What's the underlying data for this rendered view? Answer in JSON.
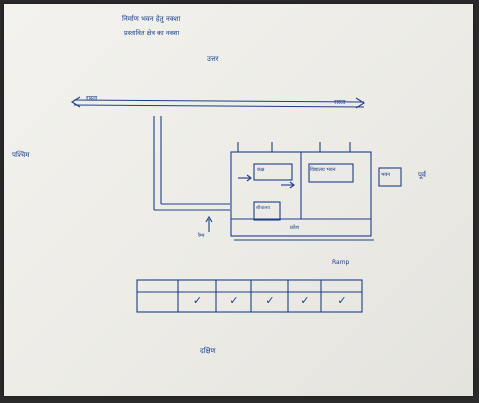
{
  "heading": {
    "line1": "निर्माण भवन हेतु नक्शा",
    "line2": "प्रस्तावित क्षेत्र का नक्शा",
    "direction_north": "उत्तर"
  },
  "road": {
    "left_label": "रास्ता",
    "right_label": "रास्ता"
  },
  "direction_west": "पश्चिम",
  "direction_east": "पूर्व",
  "direction_south": "दक्षिण",
  "plan": {
    "room_left_label": "कक्ष",
    "room_right_label": "विद्यालय भवन",
    "small_box_label": "शौचालय",
    "east_box_label": "भवन",
    "entry_label": "प्रवेश",
    "ramp_left_label": "रैम्प",
    "ramp_right_label": "Ramp"
  },
  "table": {
    "headers": [
      "",
      "",
      "",
      "",
      "",
      ""
    ],
    "row_label": "",
    "ticks": [
      "✓",
      "✓",
      "✓",
      "✓",
      "✓"
    ]
  },
  "colors": {
    "ink": "#1d3f8a",
    "paper": "#efeee9"
  }
}
